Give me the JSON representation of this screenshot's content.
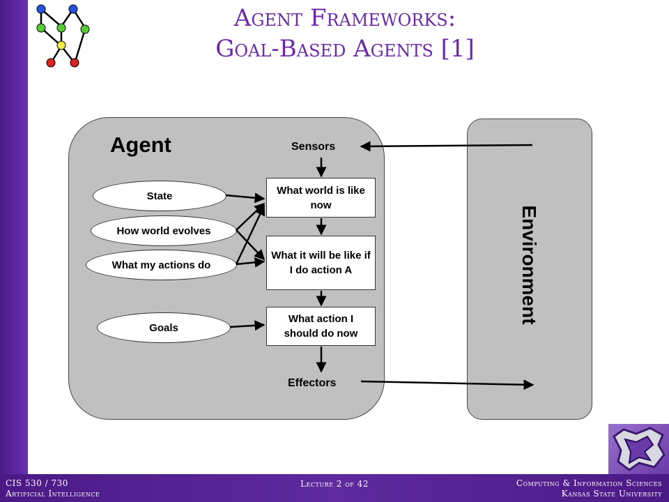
{
  "slide": {
    "title_line1": "Agent Frameworks:",
    "title_line2": "Goal-Based Agents [1]"
  },
  "diagram": {
    "agent_label": "Agent",
    "environment_label": "Environment",
    "sensors_label": "Sensors",
    "effectors_label": "Effectors",
    "knowledge": {
      "state": "State",
      "how_world_evolves": "How world evolves",
      "what_my_actions_do": "What my actions do",
      "goals": "Goals"
    },
    "process": {
      "world_now": "What world is like now",
      "if_action": "What it will be like if I do action A",
      "action_now": "What action I should do now"
    }
  },
  "footer": {
    "course_line1": "CIS 530 / 730",
    "course_line2": "Artificial Intelligence",
    "lecture": "Lecture 2 of 42",
    "dept_line1": "Computing & Information Sciences",
    "dept_line2": "Kansas State University"
  },
  "colors": {
    "title": "#6b2aa8",
    "bar": "#4b1a86",
    "panel": "#c0c0c0"
  },
  "icons": {
    "top_left": "graph-network-icon",
    "bottom_right": "wildcat-logo-icon"
  }
}
